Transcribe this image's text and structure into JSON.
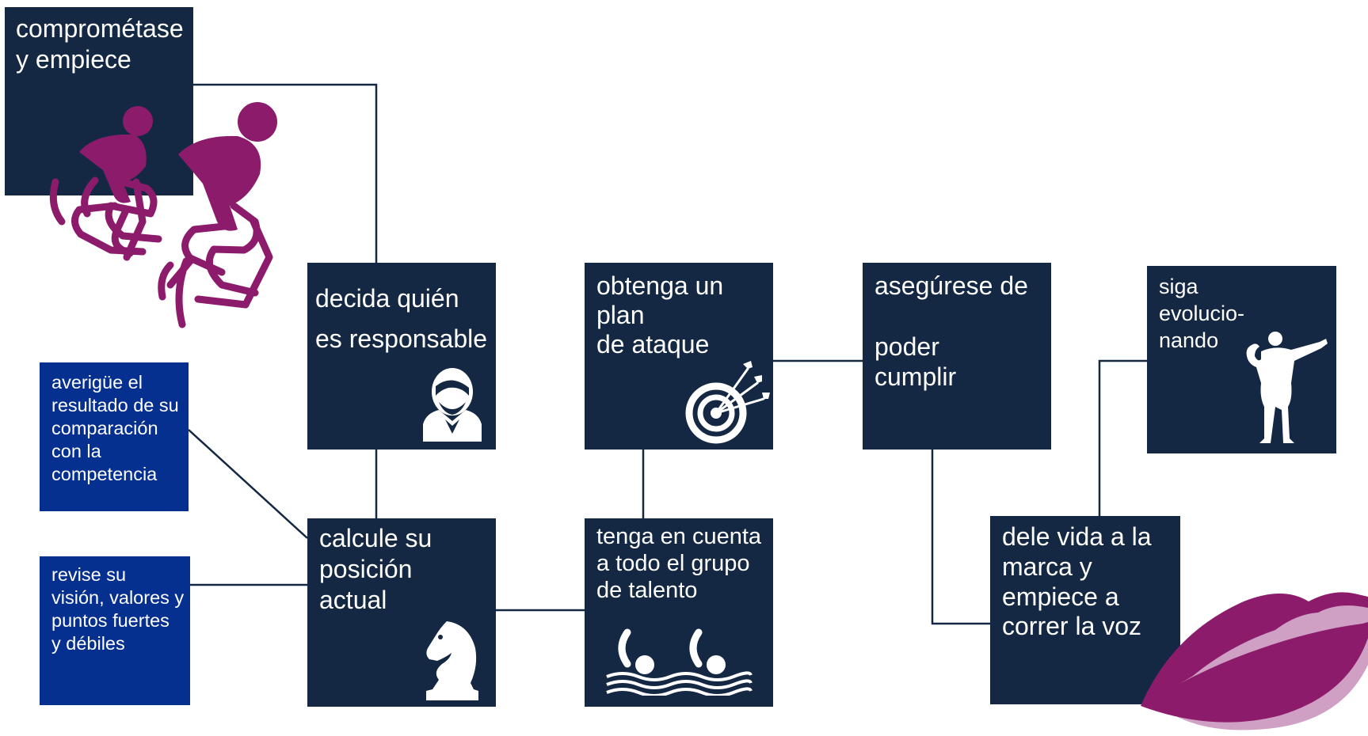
{
  "colors": {
    "box_dark": "#142843",
    "box_blue": "#06308f",
    "accent_purple": "#8c1b6b",
    "lips_shadow": "#cfa0c4",
    "connector": "#142843",
    "text": "#ffffff"
  },
  "steps": {
    "start": {
      "text": "comprométase\ny empiece",
      "icon": "cyclists-icon"
    },
    "responsible": {
      "text": "decida quién\nes responsable",
      "icon": "person-icon"
    },
    "position": {
      "text": "calcule su\nposición\nactual",
      "icon": "chess-knight-icon"
    },
    "talent": {
      "text": "tenga en cuenta\na todo el grupo\nde talento",
      "icon": "swimmers-icon"
    },
    "plan": {
      "text": "obtenga un\nplan\nde ataque",
      "icon": "target-arrows-icon"
    },
    "deliver": {
      "text": "asegúrese de\n\npoder\ncumplir"
    },
    "brand": {
      "text": "dele vida a la\nmarca y\nempiece a\ncorrer la voz",
      "icon": "lips-icon"
    },
    "evolve": {
      "text": "siga\nevolucio-\nnando",
      "icon": "bodybuilder-icon"
    }
  },
  "inputs": {
    "competition": {
      "text": "averigüe el\nresultado de su\ncomparación\ncon la\ncompetencia"
    },
    "vision": {
      "text": "revise su\nvisión, valores y\npuntos fuertes\ny débiles"
    }
  }
}
